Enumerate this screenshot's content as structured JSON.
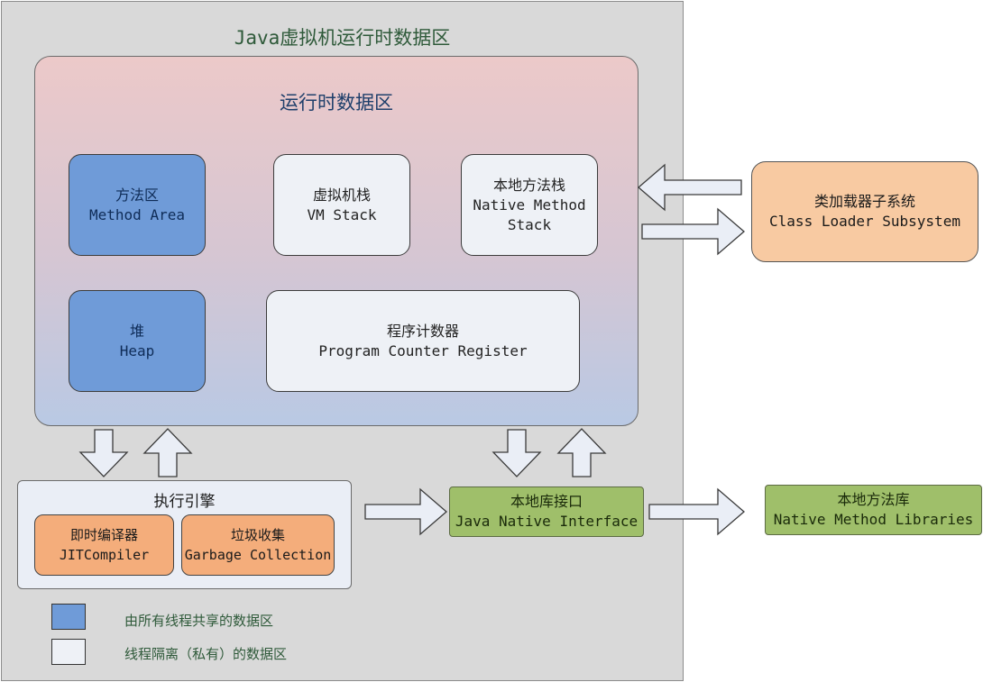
{
  "jvm": {
    "title": "Java虚拟机运行时数据区"
  },
  "runtime": {
    "title": "运行时数据区",
    "method_area": {
      "cn": "方法区",
      "en": "Method Area"
    },
    "vm_stack": {
      "cn": "虚拟机栈",
      "en": "VM Stack"
    },
    "native_stack": {
      "cn": "本地方法栈",
      "en1": "Native Method",
      "en2": "Stack"
    },
    "heap": {
      "cn": "堆",
      "en": "Heap"
    },
    "pc_register": {
      "cn": "程序计数器",
      "en": "Program Counter Register"
    }
  },
  "class_loader": {
    "cn": "类加载器子系统",
    "en": "Class Loader Subsystem"
  },
  "exec_engine": {
    "title": "执行引擎",
    "jit": {
      "cn": "即时编译器",
      "en": "JITCompiler"
    },
    "gc": {
      "cn": "垃圾收集",
      "en": "Garbage Collection"
    }
  },
  "jni": {
    "cn": "本地库接口",
    "en": "Java Native Interface"
  },
  "native_libs": {
    "cn": "本地方法库",
    "en": "Native Method Libraries"
  },
  "legend": [
    {
      "label": "由所有线程共享的数据区",
      "color": "#6f9bd8"
    },
    {
      "label": "线程隔离（私有）的数据区",
      "color": "#eef1f6"
    }
  ]
}
